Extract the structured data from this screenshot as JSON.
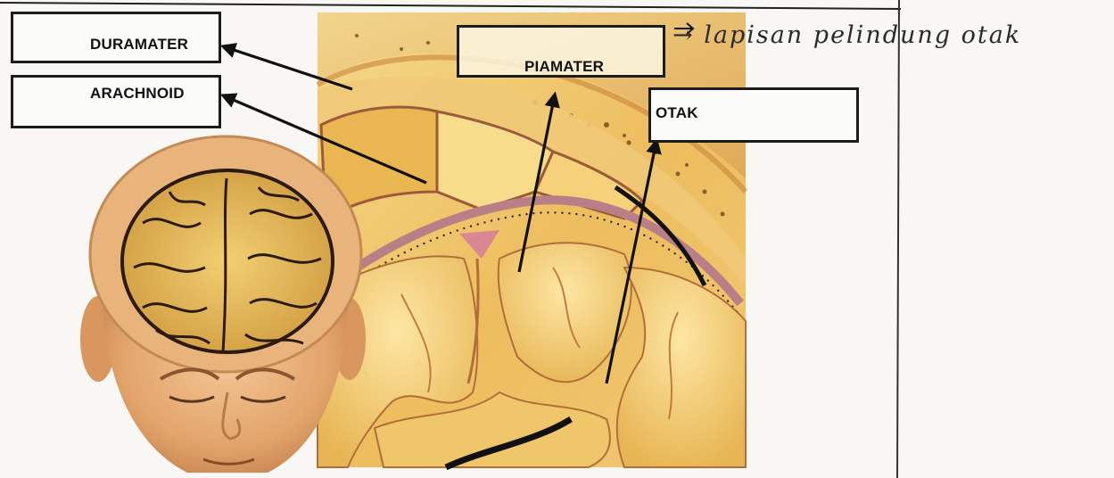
{
  "labels": {
    "duramater": "DURAMATER",
    "arachnoid": "ARACHNOID",
    "piamater": "PIAMATER",
    "otak": "OTAK"
  },
  "annotation": "→ lapisan pelindung otak",
  "colors": {
    "skin": "#e8b07a",
    "brain": "#e9b450",
    "membrane_light": "#f6d98a",
    "vessel": "#c98d8f",
    "outline": "#1a1a1a"
  }
}
